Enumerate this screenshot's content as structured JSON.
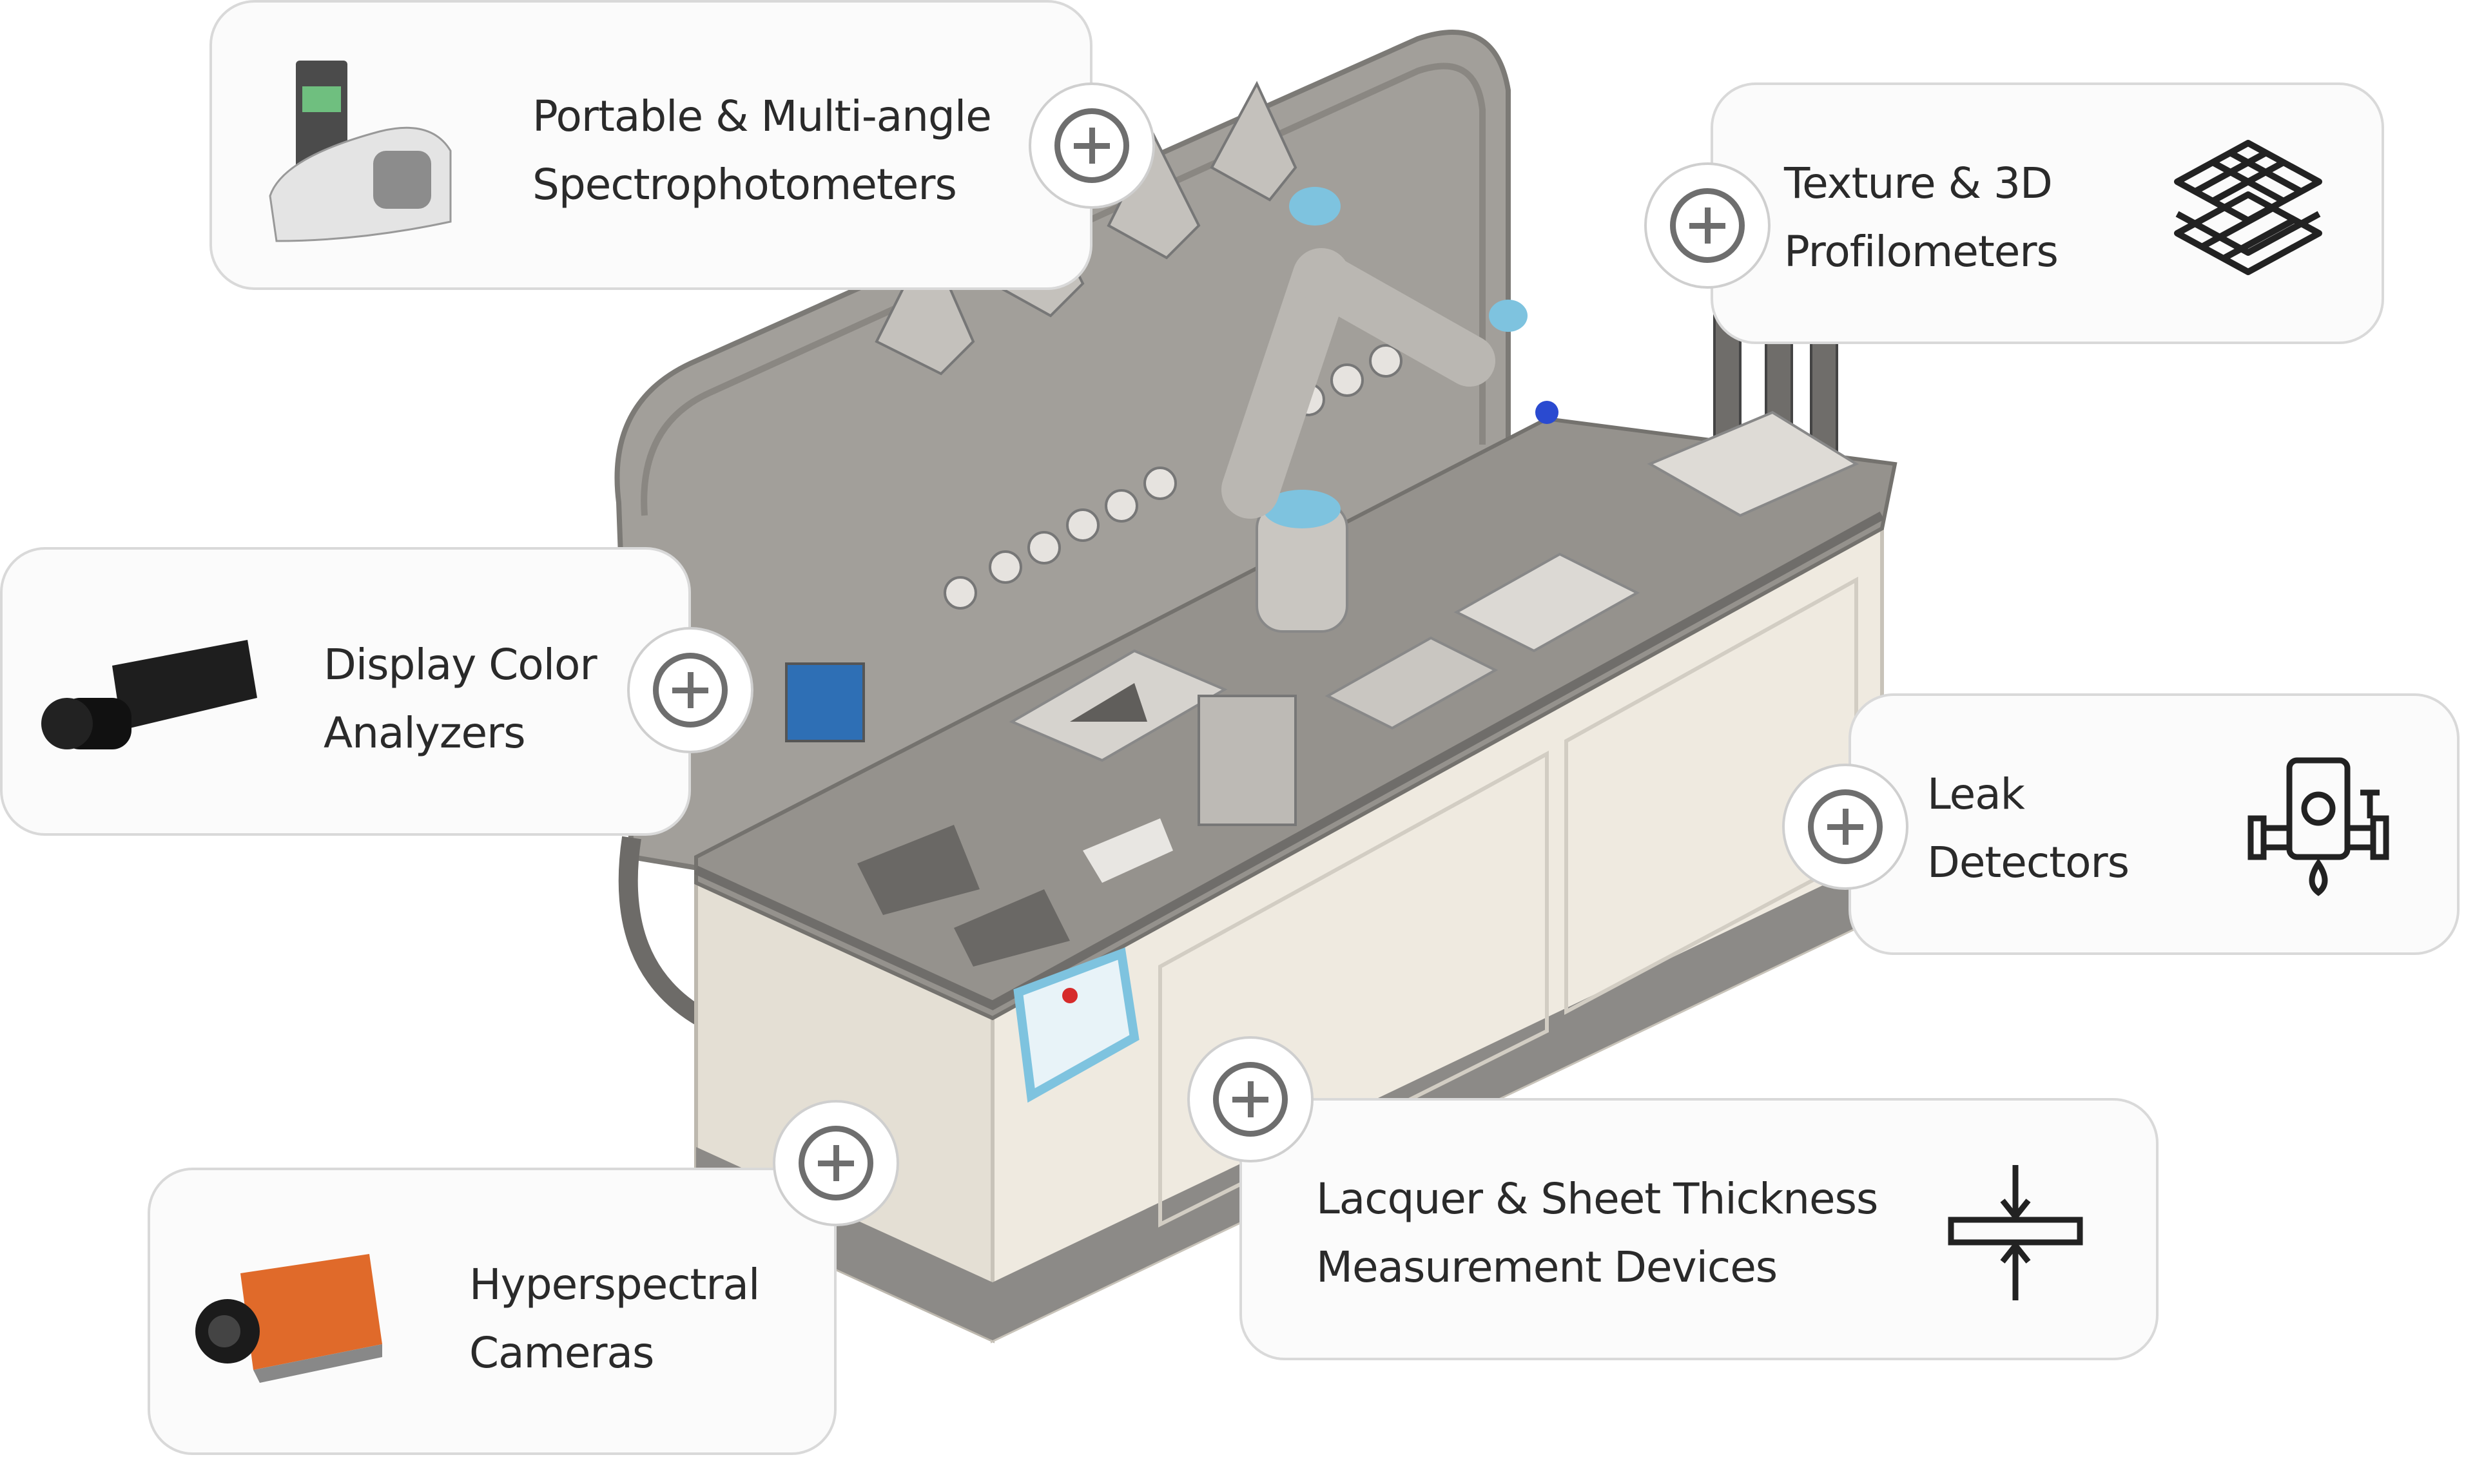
{
  "hotspots": [
    {
      "id": "spectro",
      "lines": [
        "Portable & Multi-angle",
        "Spectrophotometers"
      ],
      "icon": "spectrophotometer-icon"
    },
    {
      "id": "texture",
      "lines": [
        "Texture & 3D",
        "Profilometers"
      ],
      "icon": "layers-grid-icon"
    },
    {
      "id": "display",
      "lines": [
        "Display Color",
        "Analyzers"
      ],
      "icon": "camera-analyzer-icon"
    },
    {
      "id": "leak",
      "lines": [
        "Leak",
        "Detectors"
      ],
      "icon": "leak-detector-icon"
    },
    {
      "id": "hyper",
      "lines": [
        "Hyperspectral",
        "Cameras"
      ],
      "icon": "hyperspectral-camera-icon"
    },
    {
      "id": "lacquer",
      "lines": [
        "Lacquer & Sheet Thickness",
        "Measurement Devices"
      ],
      "icon": "thickness-gauge-icon"
    }
  ],
  "colors": {
    "machine_body": "#ebe6dc",
    "machine_top": "#8f8c87",
    "panel": "#9b9893",
    "robot_accent": "#7ec3df",
    "plus_icon": "#6e6e6e"
  }
}
